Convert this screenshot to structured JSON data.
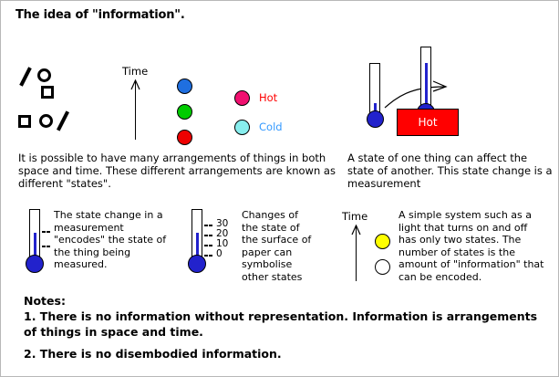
{
  "page": {
    "title": "The idea of \"information\".",
    "background": "#ffffff",
    "border_color": "#b8b8b8"
  },
  "colors": {
    "black": "#000000",
    "blue_dot": "#1f6fe0",
    "green_dot": "#00cc00",
    "red_dot": "#ee0000",
    "hot_dot": "#f01070",
    "cold_dot": "#88eeee",
    "hot_label": "#ff0000",
    "cold_label": "#3399ff",
    "mercury_blue": "#2222cc",
    "hot_box_fill": "#ff0000",
    "yellow_light": "#ffff00",
    "off_light": "#ffffff"
  },
  "panel_arrangements": {
    "tokens_row1": [
      "slash",
      "circle",
      "square"
    ],
    "tokens_row2": [
      "square",
      "circle",
      "slash"
    ],
    "time_axis_label": "Time",
    "sequence_dots": [
      {
        "name": "blue",
        "color": "#1f6fe0"
      },
      {
        "name": "green",
        "color": "#00cc00"
      },
      {
        "name": "red",
        "color": "#ee0000"
      }
    ],
    "legend": [
      {
        "label": "Hot",
        "dot_color": "#f01070",
        "text_color": "#ff0000"
      },
      {
        "label": "Cold",
        "dot_color": "#88eeee",
        "text_color": "#3399ff"
      }
    ],
    "caption": "It is possible to have many arrangements of things in both space and time. These different arrangements are known as different \"states\"."
  },
  "panel_measurement": {
    "hot_box_label": "Hot",
    "caption": "A state of one thing can affect the state of another. This state change is a measurement"
  },
  "panel_encodes": {
    "caption": "The state change in a measurement \"encodes\" the state of the thing being measured.",
    "thermometer_ticks": [
      "-",
      "-"
    ]
  },
  "panel_paper": {
    "caption": "Changes of the state of the surface of paper can symbolise other states",
    "scale_values": [
      "30",
      "20",
      "10",
      "0"
    ]
  },
  "panel_light": {
    "time_axis_label": "Time",
    "states": [
      {
        "name": "light-on",
        "color": "#ffff00"
      },
      {
        "name": "light-off",
        "color": "#ffffff"
      }
    ],
    "caption": "A simple system such as a light that turns on and off has only two states. The number of states is the amount of \"information\" that can be encoded."
  },
  "notes": {
    "heading": "Notes:",
    "items": [
      "1. There is no information without representation. Information is arrangements of things in space and time.",
      "2. There is no disembodied information."
    ]
  }
}
